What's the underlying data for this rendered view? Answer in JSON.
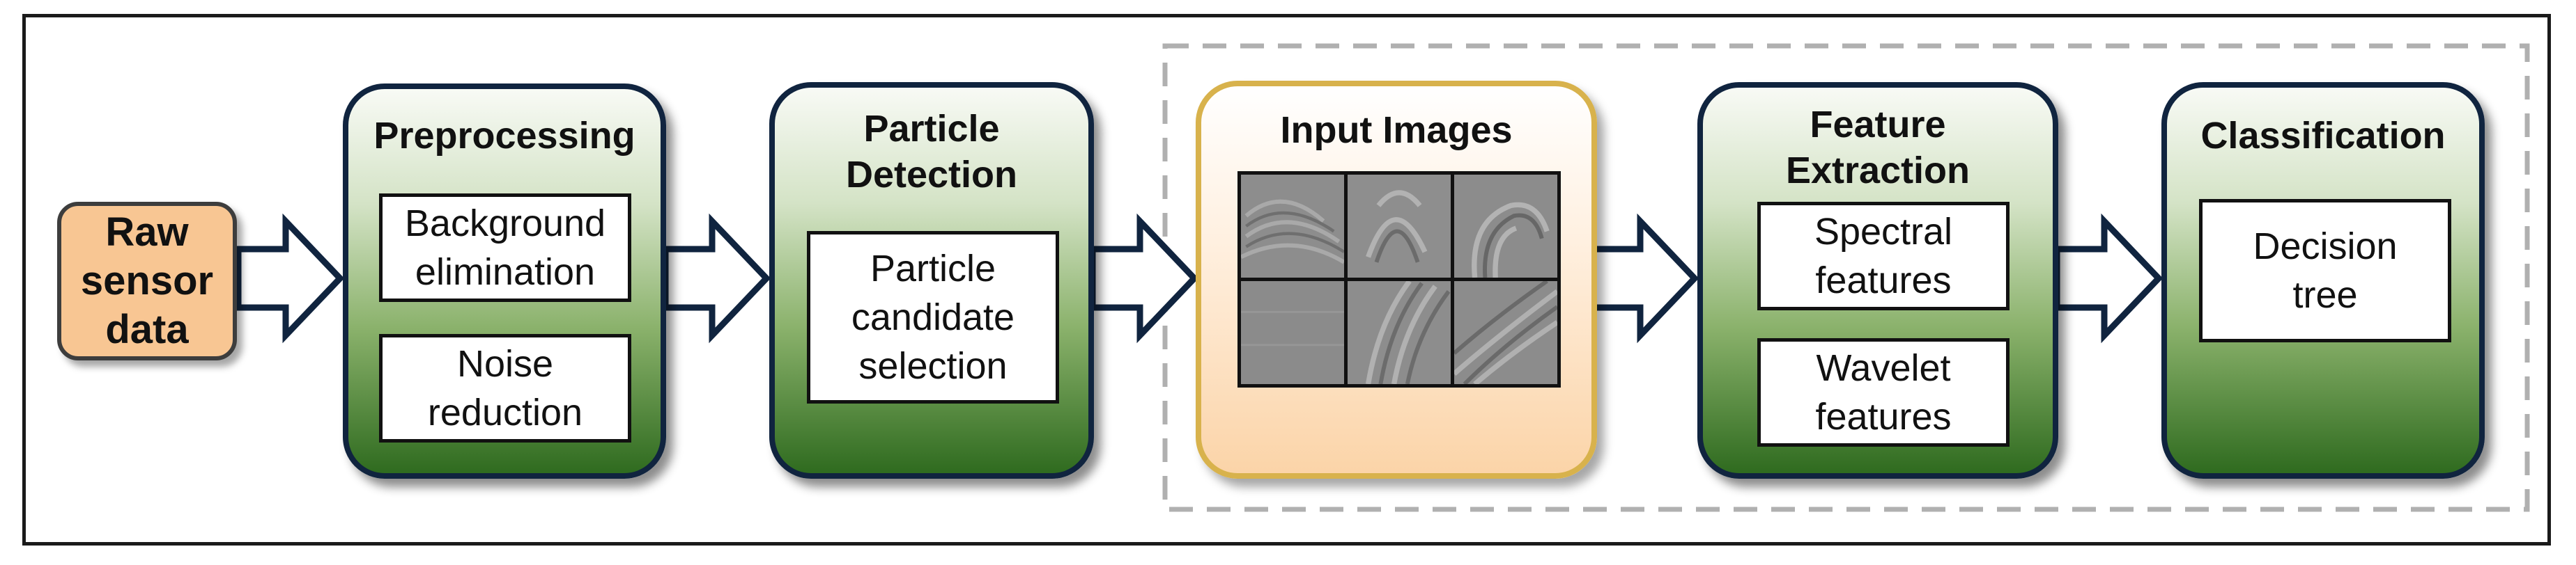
{
  "raw_input": {
    "label_line1": "Raw",
    "label_line2": "sensor",
    "label_line3": "data"
  },
  "stages": {
    "preprocessing": {
      "title": "Preprocessing",
      "boxes": [
        {
          "line1": "Background",
          "line2": "elimination"
        },
        {
          "line1": "Noise",
          "line2": "reduction"
        }
      ]
    },
    "particle_detection": {
      "title_line1": "Particle",
      "title_line2": "Detection",
      "box": {
        "line1": "Particle",
        "line2": "candidate",
        "line3": "selection"
      }
    },
    "input_images": {
      "title": "Input Images"
    },
    "feature_extraction": {
      "title_line1": "Feature",
      "title_line2": "Extraction",
      "boxes": [
        {
          "line1": "Spectral",
          "line2": "features"
        },
        {
          "line1": "Wavelet",
          "line2": "features"
        }
      ]
    },
    "classification": {
      "title": "Classification",
      "box": {
        "line1": "Decision",
        "line2": "tree"
      }
    }
  },
  "colors": {
    "stage_border": "#10243f",
    "stage_gradient_bottom": "#2f6b1f",
    "input_images_border": "#d8b24c",
    "raw_fill": "#f8c693",
    "dashed_region": "#b0b0b0"
  }
}
